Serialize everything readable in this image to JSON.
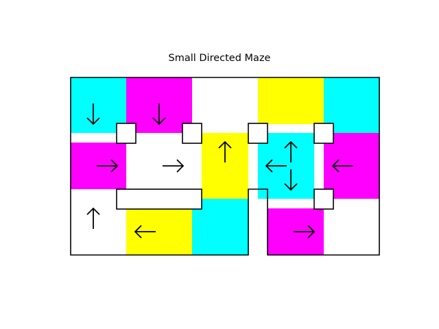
{
  "title": "Small Directed Maze",
  "colors": {
    "cyan": "#00ffff",
    "magenta": "#ff00ff",
    "yellow": "#ffff00",
    "white": "#ffffff",
    "line": "#000000"
  },
  "cells": [
    {
      "name": "cell-r0-c0",
      "color": "cyan",
      "arrows": [
        "down"
      ]
    },
    {
      "name": "cell-r0-c1",
      "color": "magenta",
      "arrows": [
        "down"
      ]
    },
    {
      "name": "cell-r0-c2",
      "color": "white",
      "arrows": []
    },
    {
      "name": "cell-r0-c3",
      "color": "yellow",
      "arrows": []
    },
    {
      "name": "cell-r0-c4",
      "color": "cyan",
      "arrows": []
    },
    {
      "name": "cell-r1-c0",
      "color": "magenta",
      "arrows": [
        "right"
      ]
    },
    {
      "name": "cell-r1-c1",
      "color": "white",
      "arrows": [
        "right"
      ]
    },
    {
      "name": "cell-r1-c2",
      "color": "yellow",
      "arrows": [
        "up"
      ]
    },
    {
      "name": "cell-r1-c3",
      "color": "cyan",
      "arrows": [
        "up",
        "down",
        "left"
      ]
    },
    {
      "name": "cell-r1-c4",
      "color": "magenta",
      "arrows": [
        "left"
      ]
    },
    {
      "name": "cell-r2-c0",
      "color": "white",
      "arrows": [
        "up"
      ]
    },
    {
      "name": "cell-r2-c1",
      "color": "yellow",
      "arrows": [
        "left"
      ]
    },
    {
      "name": "cell-r2-c2",
      "color": "cyan",
      "arrows": []
    },
    {
      "name": "cell-r2-c3",
      "color": "magenta",
      "arrows": [
        "right"
      ]
    },
    {
      "name": "cell-r2-c4",
      "color": "white",
      "arrows": []
    }
  ]
}
